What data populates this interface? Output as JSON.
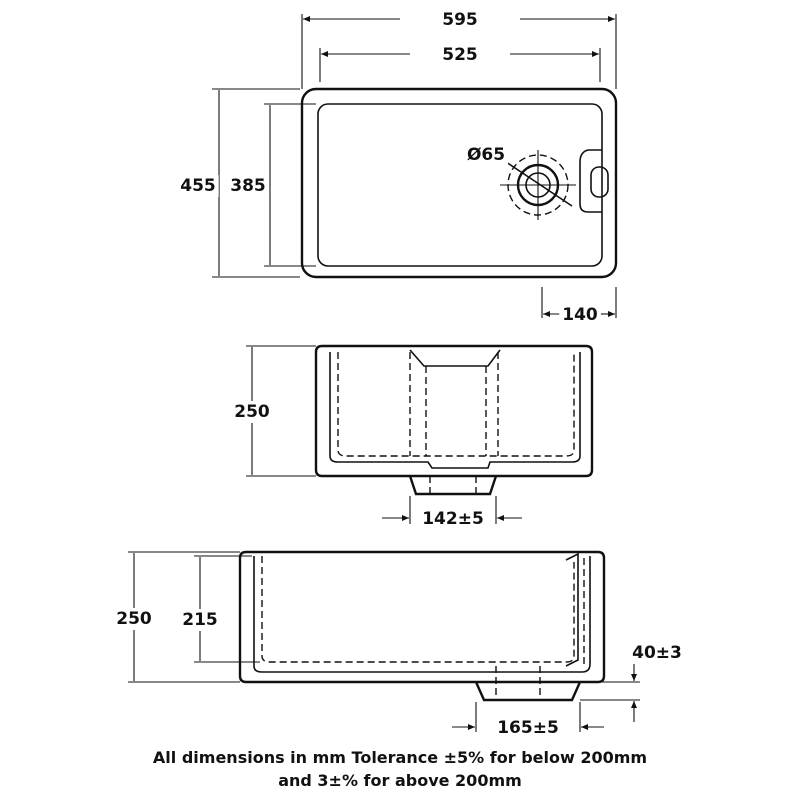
{
  "top_view": {
    "overall_width": "595",
    "inner_width": "525",
    "overall_depth": "455",
    "inner_depth": "385",
    "waste_diameter": "Ø65",
    "waste_offset": "140"
  },
  "front_view": {
    "height": "250",
    "waste_width": "142±5"
  },
  "side_view": {
    "overall_height": "250",
    "inner_height": "215",
    "waste_width": "165±5",
    "waste_drop": "40±3"
  },
  "footer": {
    "line1": "All dimensions in mm Tolerance ±5% for below 200mm",
    "line2": "and 3±% for above 200mm"
  }
}
